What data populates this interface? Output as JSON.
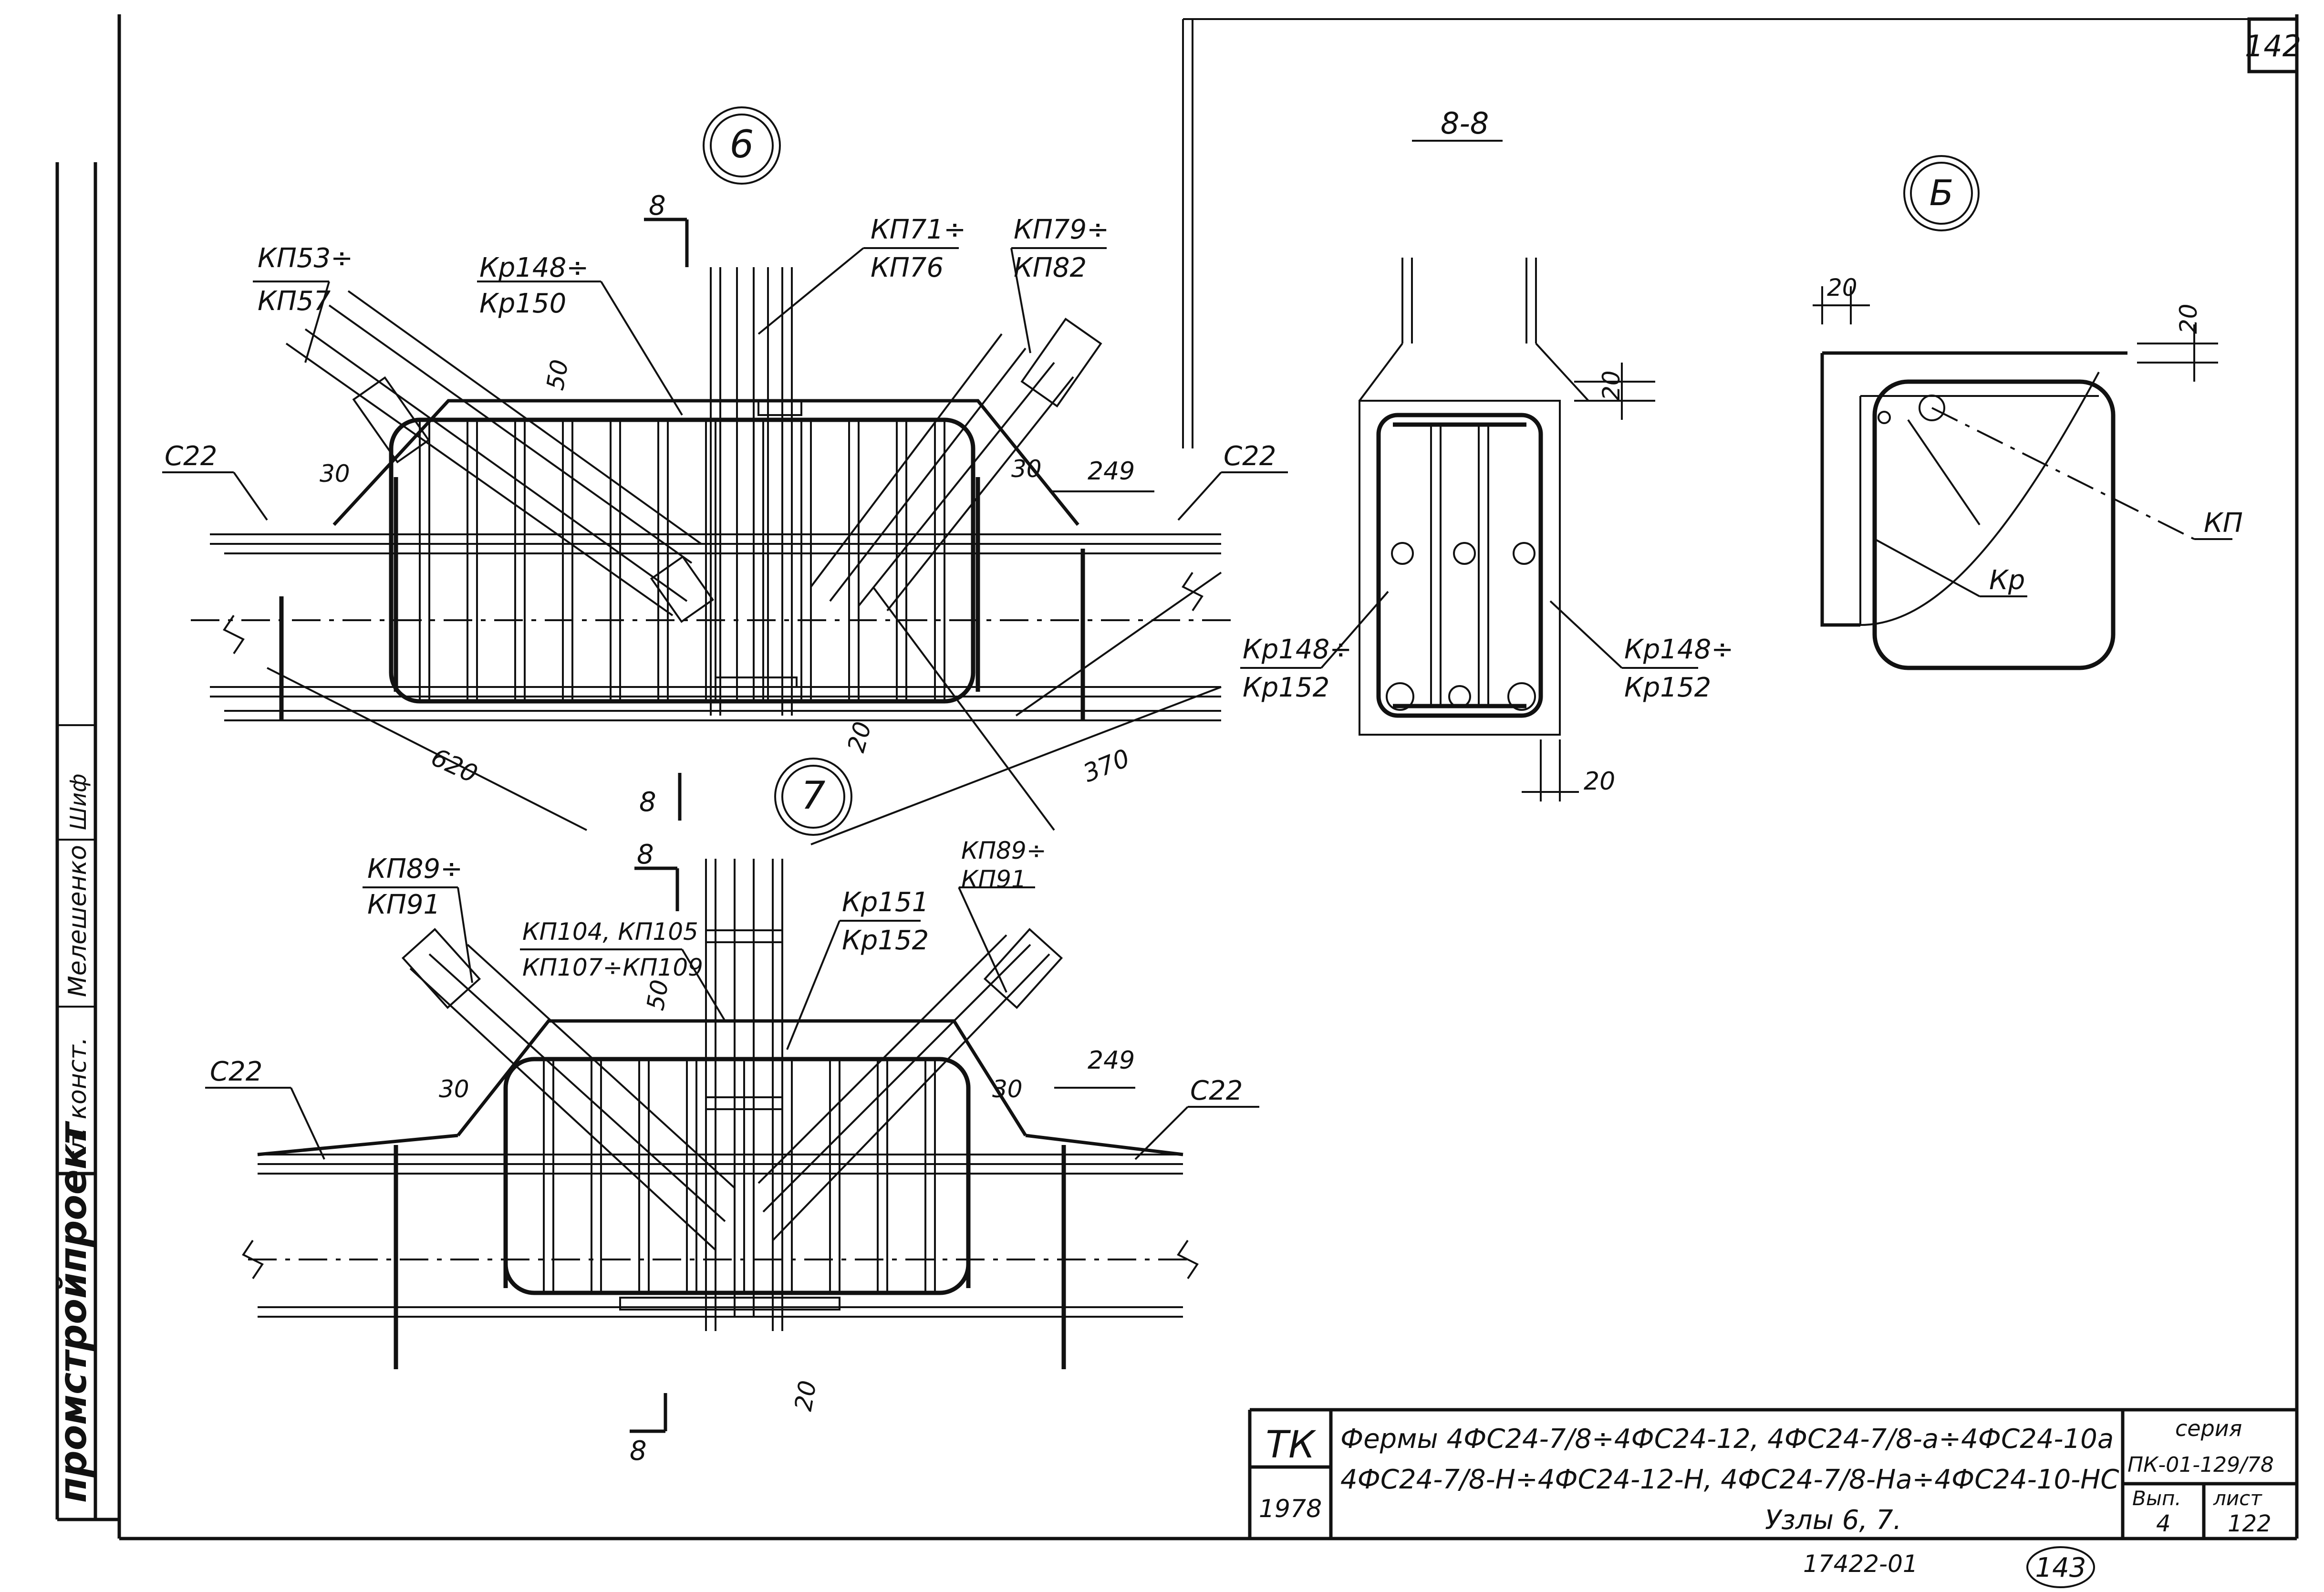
{
  "sheet": {
    "number_top": "142",
    "number_bottom": "143",
    "doc_number": "17422-01"
  },
  "side_strip": {
    "org": "промстройпроект",
    "dept": "гл. конст.",
    "engineer": "Мелешенко",
    "sign": "Шиф"
  },
  "title_block": {
    "code": "ТК",
    "year": "1978",
    "title_line1": "Фермы 4ФС24-7/8÷4ФС24-12, 4ФС24-7/8-а÷4ФС24-10а",
    "title_line2": "4ФС24-7/8-Н÷4ФС24-12-Н, 4ФС24-7/8-На÷4ФС24-10-НС",
    "subtitle": "Узлы 6, 7.",
    "series_label": "серия",
    "series_value": "ПК-01-129/78",
    "issue_label": "Вып.",
    "issue_value": "4",
    "sheet_label": "лист",
    "sheet_value": "122"
  },
  "node6": {
    "id": "6",
    "labels": {
      "kp53": "КП53÷",
      "kp57": "КП57",
      "kr148": "Кр148÷",
      "kr150": "Кр150",
      "kp71": "КП71÷",
      "kp76": "КП76",
      "kp79": "КП79÷",
      "kp82": "КП82",
      "c22_left": "С22",
      "c22_right": "С22",
      "d50": "50",
      "d30_left": "30",
      "d30_right": "30",
      "d249": "249",
      "d620": "620",
      "d370": "370",
      "d20": "20",
      "sec_top": "8",
      "sec_bottom": "8"
    }
  },
  "node7": {
    "id": "7",
    "labels": {
      "kp89": "КП89÷",
      "kp91": "КП91",
      "kp104": "КП104, КП105",
      "kp107": "КП107÷КП109",
      "kr151": "Кр151",
      "kr152": "Кр152",
      "kp89r": "КП89÷",
      "kp91r": "КП91",
      "c22_left": "С22",
      "c22_right": "С22",
      "d50": "50",
      "d30_left": "30",
      "d30_right": "30",
      "d249": "249",
      "d20": "20",
      "sec_top": "8",
      "sec_bottom": "8"
    }
  },
  "section": {
    "title": "8-8",
    "left_label1": "Кр148÷",
    "left_label2": "Кр152",
    "right_label1": "Кр148÷",
    "right_label2": "Кр152",
    "d20_top": "20",
    "d20_bottom": "20"
  },
  "detailB": {
    "id": "Б",
    "d20_left": "20",
    "d20_right": "20",
    "kp": "КП",
    "kr": "Кр"
  }
}
